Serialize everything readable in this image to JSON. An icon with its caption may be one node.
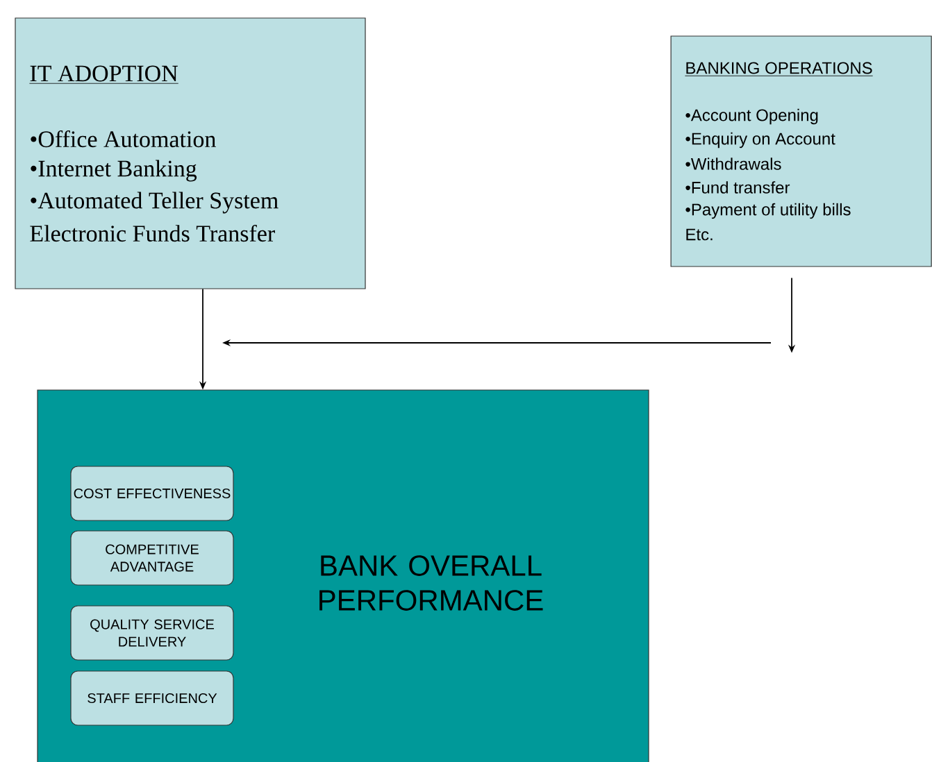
{
  "diagram": {
    "nodes": [
      {
        "text": [
          "IT ADOPTION",
          "•Office Automation",
          "•Internet Banking",
          "•Automated Teller System",
          "Electronic Funds Transfer"
        ]
      },
      {
        "text": [
          "BANKING OPERATIONS",
          "•Account Opening",
          "•Enquiry on Account",
          "•Withdrawals",
          "•Fund transfer",
          "•Payment of utility bills",
          "Etc."
        ]
      },
      {
        "text": [
          "BANK OVERALL PERFORMANCE"
        ]
      },
      {
        "text": [
          "COST EFFECTIVENESS"
        ],
        "in": 2
      },
      {
        "text": [
          "COMPETITIVE ADVANTAGE"
        ],
        "in": 2
      },
      {
        "text": [
          "QUALITY SERVICE DELIVERY"
        ],
        "in": 2
      },
      {
        "text": [
          "STAFF EFFICIENCY"
        ],
        "in": 2
      }
    ],
    "edges": [
      {
        "from": 0,
        "to": 2,
        "arrow": "to"
      },
      {
        "from": 1,
        "to": null,
        "arrow": "to"
      },
      {
        "from": null,
        "to": 2,
        "arrow": "to"
      }
    ]
  }
}
